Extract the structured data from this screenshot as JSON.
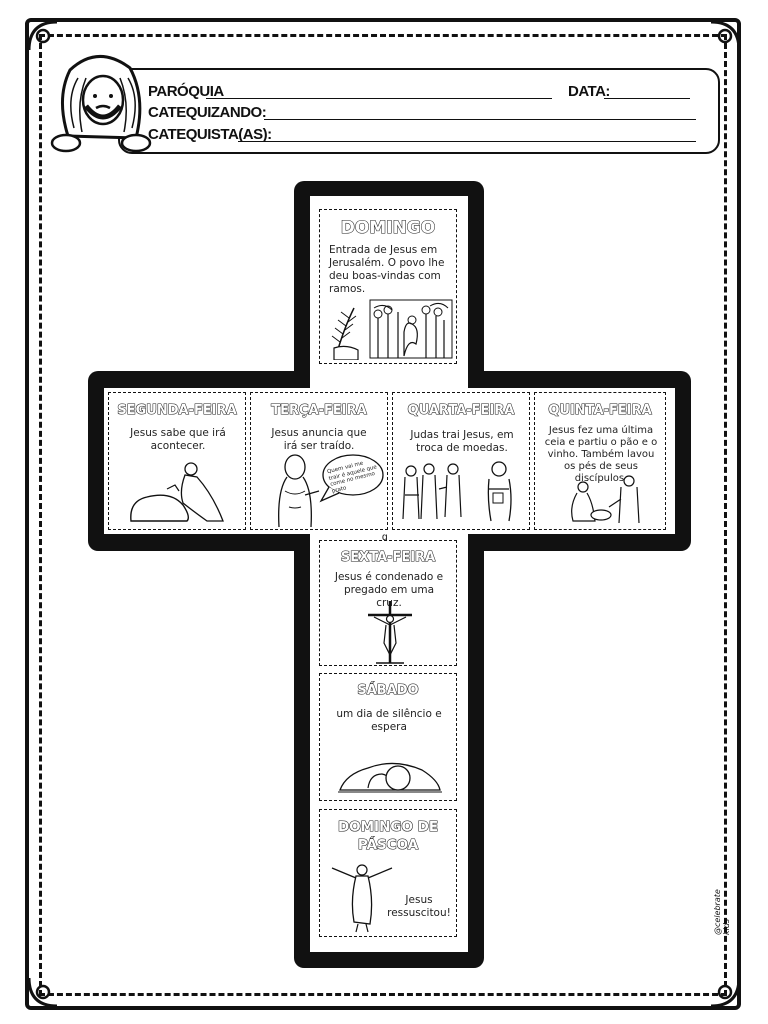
{
  "header": {
    "parish_label": "PARÓQUIA",
    "date_label": "DATA:",
    "catechized_label": "CATEQUIZANDO:",
    "catechist_label": "CATEQUISTA(AS):"
  },
  "cards": {
    "domingo": {
      "title": "DOMINGO",
      "text": "Entrada de Jesus em Jerusalém. O povo lhe deu boas-vindas com ramos."
    },
    "segunda": {
      "title": "SEGUNDA-FEIRA",
      "text": "Jesus sabe que irá acontecer."
    },
    "terca": {
      "title": "TERÇA-FEIRA",
      "text": "Jesus anuncia que irá ser traído.",
      "bubble": "Quem vai me trair é aquele que come no mesmo prato"
    },
    "quarta": {
      "title": "QUARTA-FEIRA",
      "text": "Judas trai Jesus, em troca de moedas."
    },
    "quinta": {
      "title": "QUINTA-FEIRA",
      "text": "Jesus fez uma última ceia e partiu o pão e o vinho. Também lavou os pés de seus discípulos."
    },
    "sexta": {
      "title": "SEXTA-FEIRA",
      "text": "Jesus é condenado e pregado em uma cruz."
    },
    "sabado": {
      "title": "SÁBADO",
      "text": "um dia de silêncio e espera"
    },
    "pascoa": {
      "title": "DOMINGO DE PÁSCOA",
      "text": "Jesus ressuscitou!"
    }
  },
  "small_mark": "g",
  "credit": "@celebrate kids"
}
